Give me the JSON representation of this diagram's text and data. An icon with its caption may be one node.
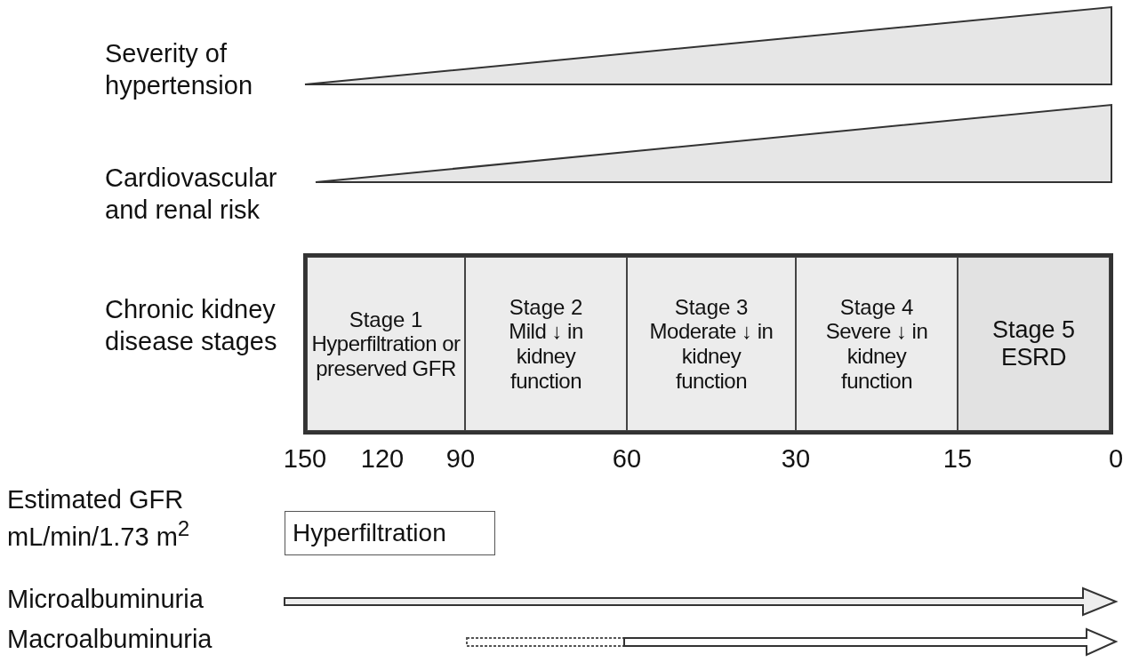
{
  "diagram": {
    "nodes": [
      {
        "text": [],
        "shape": "triangle"
      },
      {
        "text": [],
        "shape": "triangle"
      },
      {
        "text": [
          "Stage 1",
          "Hyperfiltration or preserved GFR"
        ]
      },
      {
        "text": [
          "Stage 2",
          "Mild ↓ in kidney function"
        ]
      },
      {
        "text": [
          "Stage 3",
          "Moderate ↓ in kidney function"
        ]
      },
      {
        "text": [
          "Stage 4",
          "Severe ↓ in kidney function"
        ]
      },
      {
        "text": [
          "Stage 5",
          "ESRD"
        ]
      },
      {
        "text": [
          "Hyperfiltration"
        ]
      }
    ],
    "labels": [
      "Severity of hypertension",
      "Cardiovascular and renal risk",
      "Chronic kidney disease stages",
      "150",
      "120",
      "90",
      "60",
      "30",
      "15",
      "0",
      "Estimated GFR mL/min/1.73 m$^{2}$",
      "Microalbuminuria",
      "Macroalbuminuria"
    ]
  }
}
